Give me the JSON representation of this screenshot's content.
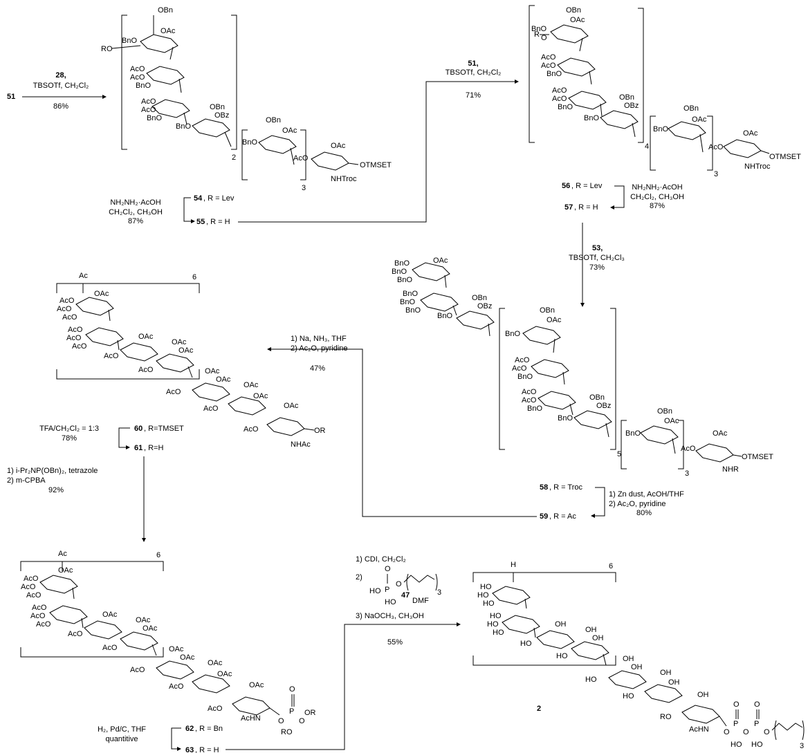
{
  "compounds": {
    "c51_start": "51",
    "c54": {
      "num": "54",
      "rest": ", R = Lev"
    },
    "c55": {
      "num": "55",
      "rest": ", R = H"
    },
    "c56": {
      "num": "56",
      "rest": ", R = Lev"
    },
    "c57": {
      "num": "57",
      "rest": ", R = H"
    },
    "c58": {
      "num": "58",
      "rest": ", R = Troc"
    },
    "c59": {
      "num": "59",
      "rest": ", R = Ac"
    },
    "c60": {
      "num": "60",
      "rest": ", R=TMSET"
    },
    "c61": {
      "num": "61",
      "rest": ", R=H"
    },
    "c62": {
      "num": "62",
      "rest": ", R = Bn"
    },
    "c63": {
      "num": "63",
      "rest": ", R = H"
    },
    "c2": "2"
  },
  "steps": {
    "s1": {
      "reagent_num": "28,",
      "line2": "TBSOTf, CH₂Cl₂",
      "yield": "86%"
    },
    "s2": {
      "line1": "NH₂NH₂·AcOH",
      "line2": "CH₂Cl₂, CH₃OH",
      "yield": "87%"
    },
    "s3": {
      "reagent_num": "51,",
      "line2": "TBSOTf, CH₂Cl₂",
      "yield": "71%"
    },
    "s4": {
      "line1": "NH₂NH₂·AcOH",
      "line2": "CH₂Cl₂, CH₃OH",
      "yield": "87%"
    },
    "s5": {
      "reagent_num": "53,",
      "line2": "TBSOTf, CH₂Cl₃",
      "yield": "73%"
    },
    "s6": {
      "line1": "1) Zn dust, AcOH/THF",
      "line2": "2) Ac₂O, pyridine",
      "yield": "80%"
    },
    "s7": {
      "line1": "1) Na, NH₃, THF",
      "line2": "2) Ac₂O, pyridine",
      "yield": "47%"
    },
    "s8": {
      "line1": "TFA/CH₂Cl₂ = 1:3",
      "yield": "78%"
    },
    "s9": {
      "line1": "1) i-Pr₂NP(OBn)₂, tetrazole",
      "line2": "2) m-CPBA",
      "yield": "92%"
    },
    "s10": {
      "line1": "H₂, Pd/C, THF",
      "line2": "quantitive"
    },
    "s11": {
      "line1": "1) CDI, CH₂Cl₂",
      "line2": "2)",
      "reagent_num": "47",
      "solvent": "DMF",
      "line3": "3) NaOCH₃, CH₃OH",
      "yield": "55%"
    }
  },
  "repeat_counts": {
    "r2": "2",
    "r3a": "3",
    "r4": "4",
    "r3b": "3",
    "r5": "5",
    "r3c": "3",
    "r6a": "6",
    "r6b": "6",
    "r6c": "6",
    "r3d": "3",
    "r3e": "3"
  },
  "groups": {
    "OBn": "OBn",
    "BnO": "BnO",
    "OAc": "OAc",
    "AcO": "AcO",
    "OBz": "OBz",
    "RO": "RO",
    "R": "R",
    "Ac": "Ac",
    "H": "H",
    "O": "O",
    "P": "P",
    "OH": "OH",
    "HO": "HO",
    "OR": "OR",
    "NHTroc": "NHTroc",
    "NHR": "NHR",
    "NHAc": "NHAc",
    "AcHN": "AcHN",
    "OTMSET": "OTMSET",
    "HN": "HN"
  }
}
